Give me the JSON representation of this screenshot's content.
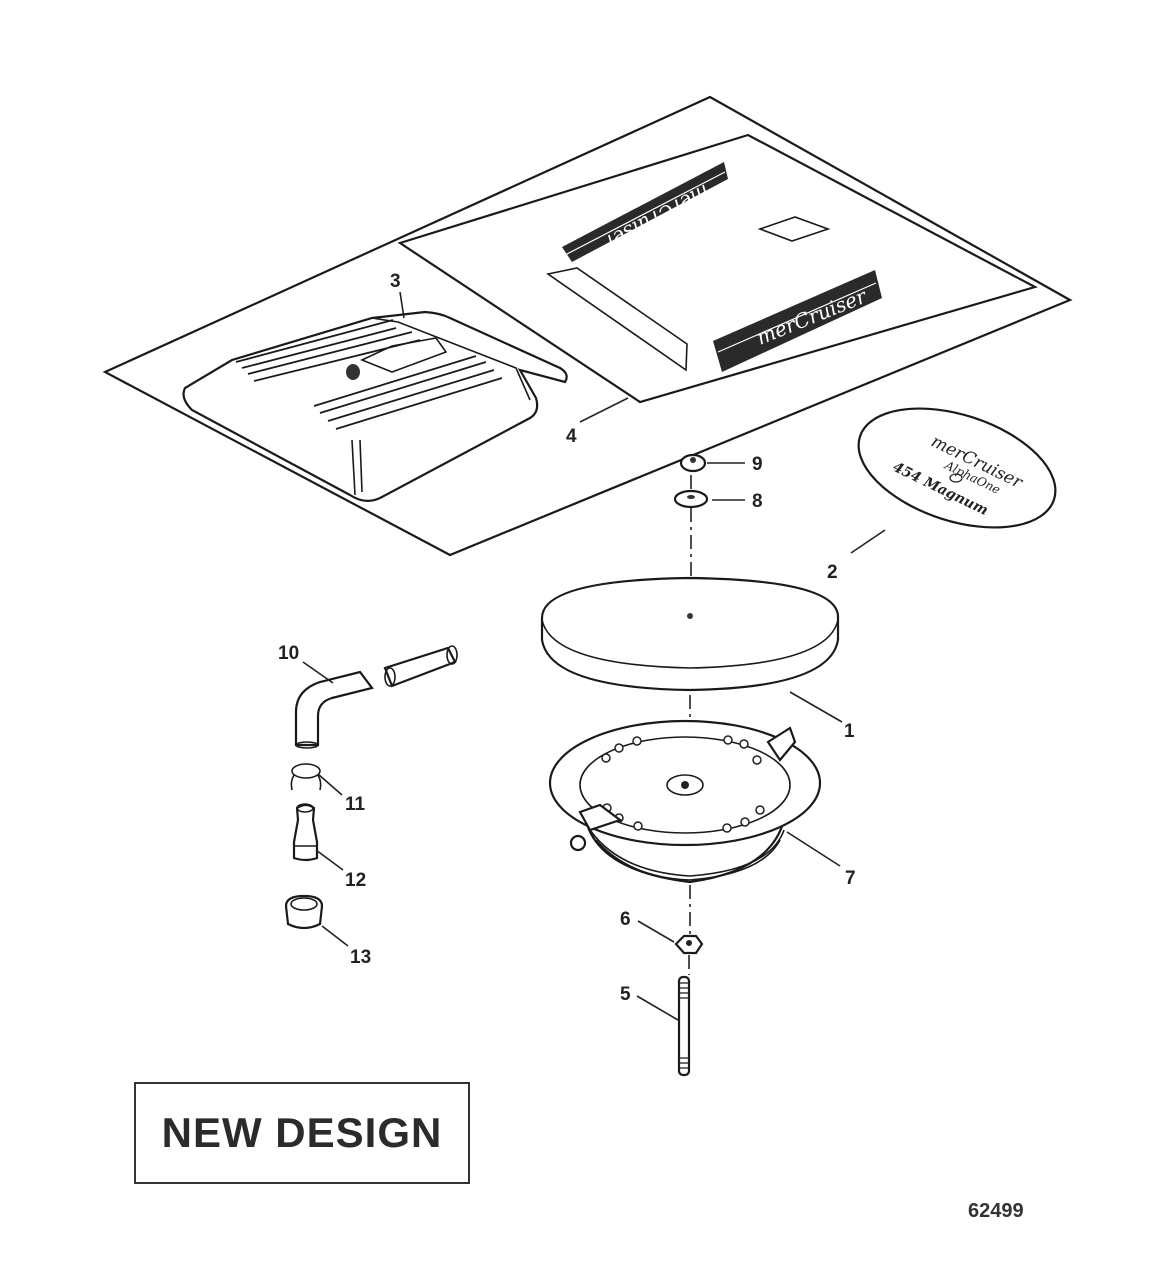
{
  "diagram": {
    "type": "exploded-parts-diagram",
    "subject": "Flame arrestor and engine cover assembly",
    "callouts": [
      {
        "id": "1",
        "label": "1",
        "part": "flame arrestor cover"
      },
      {
        "id": "2",
        "label": "2",
        "part": "decal plate"
      },
      {
        "id": "3",
        "label": "3",
        "part": "engine cover"
      },
      {
        "id": "4",
        "label": "4",
        "part": "decal sheet"
      },
      {
        "id": "5",
        "label": "5",
        "part": "stud"
      },
      {
        "id": "6",
        "label": "6",
        "part": "nut"
      },
      {
        "id": "7",
        "label": "7",
        "part": "flame arrestor"
      },
      {
        "id": "8",
        "label": "8",
        "part": "washer"
      },
      {
        "id": "9",
        "label": "9",
        "part": "nut"
      },
      {
        "id": "10",
        "label": "10",
        "part": "hose"
      },
      {
        "id": "11",
        "label": "11",
        "part": "clamp"
      },
      {
        "id": "12",
        "label": "12",
        "part": "fitting"
      },
      {
        "id": "13",
        "label": "13",
        "part": "cap"
      }
    ],
    "decal_text": {
      "logo_top": "merCruiser",
      "logo_bottom": "merCruiser",
      "plate_line1": "merCruiser",
      "plate_line2": "AlphaOne",
      "plate_line3": "454 Magnum"
    },
    "note_box": "NEW DESIGN",
    "figure_number": "62499"
  }
}
